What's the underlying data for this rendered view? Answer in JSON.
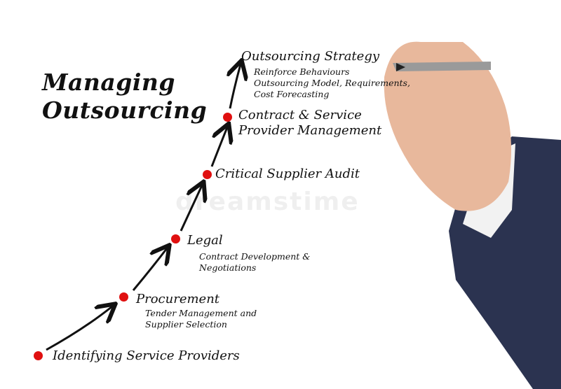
{
  "title": {
    "line1": "Managing",
    "line2": "Outsourcing"
  },
  "watermark": "dreamstime",
  "steps": [
    {
      "title": "Identifying Service Providers",
      "detail": ""
    },
    {
      "title": "Procurement",
      "detail": [
        "Tender Management and",
        "Supplier Selection"
      ]
    },
    {
      "title": "Legal",
      "detail": [
        "Contract Development &",
        "Negotiations"
      ]
    },
    {
      "title": "Critical Supplier Audit",
      "detail": ""
    },
    {
      "title": [
        "Contract & Service",
        "Provider Management"
      ],
      "detail": ""
    },
    {
      "title": "Outsourcing Strategy",
      "detail": [
        "Reinforce Behaviours",
        "Outsourcing Model, Requirements,",
        "Cost Forecasting"
      ]
    }
  ],
  "colors": {
    "dot": "#e01010",
    "ink": "#111111",
    "sleeve": "#2b3350",
    "skin": "#e8b89c"
  }
}
